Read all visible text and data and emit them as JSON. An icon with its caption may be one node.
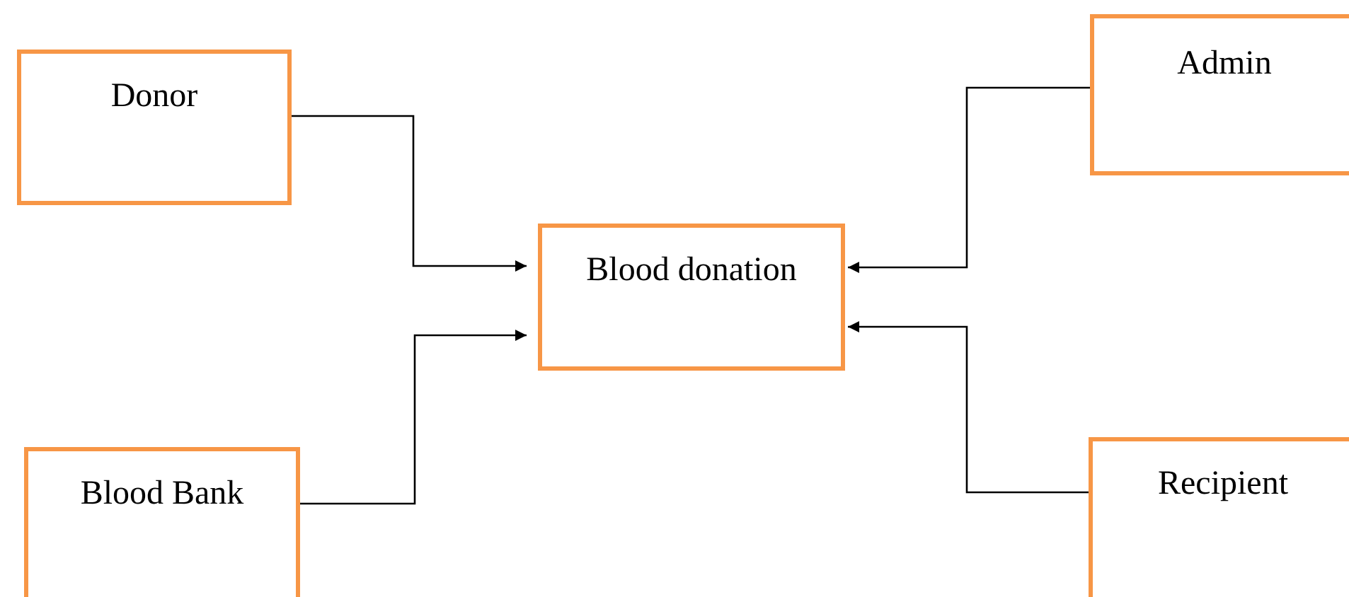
{
  "diagram": {
    "nodes": [
      {
        "text": [
          "Donor"
        ]
      },
      {
        "text": [
          "Admin"
        ]
      },
      {
        "text": [
          "Blood donation"
        ]
      },
      {
        "text": [
          "Blood Bank"
        ]
      },
      {
        "text": [
          "Recipient"
        ]
      }
    ],
    "edges": [
      {
        "from": 0,
        "to": 2,
        "arrow": "to"
      },
      {
        "from": 3,
        "to": 2,
        "arrow": "to"
      },
      {
        "from": 1,
        "to": 2,
        "arrow": "to"
      },
      {
        "from": 4,
        "to": 2,
        "arrow": "to"
      }
    ]
  }
}
